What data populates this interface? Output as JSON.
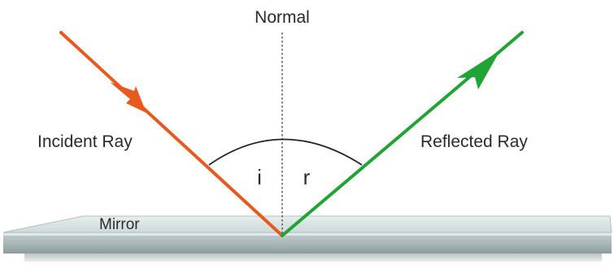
{
  "labels": {
    "normal": "Normal",
    "incident": "Incident Ray",
    "reflected": "Reflected Ray",
    "angle_incidence": "i",
    "angle_reflection": "r",
    "mirror": "Mirror"
  },
  "colors": {
    "incident_ray": "#e8591f",
    "reflected_ray": "#21a336",
    "normal_line": "#444444",
    "angle_arc": "#222222",
    "mirror_top": "#d7e2e2",
    "mirror_front": "#b9c7c8",
    "text": "#2b2b2b",
    "mirror_text": "#8f9b9b"
  },
  "icons": {
    "incident_arrow": "arrowhead-down-right-icon",
    "reflected_arrow": "arrowhead-up-right-icon"
  }
}
